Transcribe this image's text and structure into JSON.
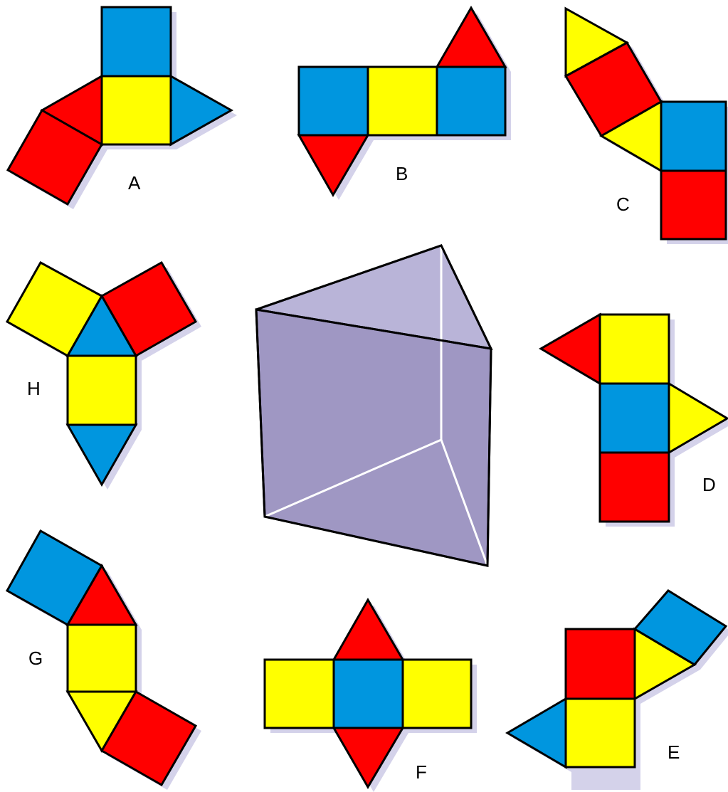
{
  "colors": {
    "blue": "#0096DF",
    "yellow": "#FFFF00",
    "red": "#FF0000",
    "prism_side": "#9F97C3",
    "prism_top": "#B9B4D8",
    "shadow": "#D4D2EA"
  },
  "labels": {
    "A": "A",
    "B": "B",
    "C": "C",
    "D": "D",
    "E": "E",
    "F": "F",
    "G": "G",
    "H": "H"
  }
}
